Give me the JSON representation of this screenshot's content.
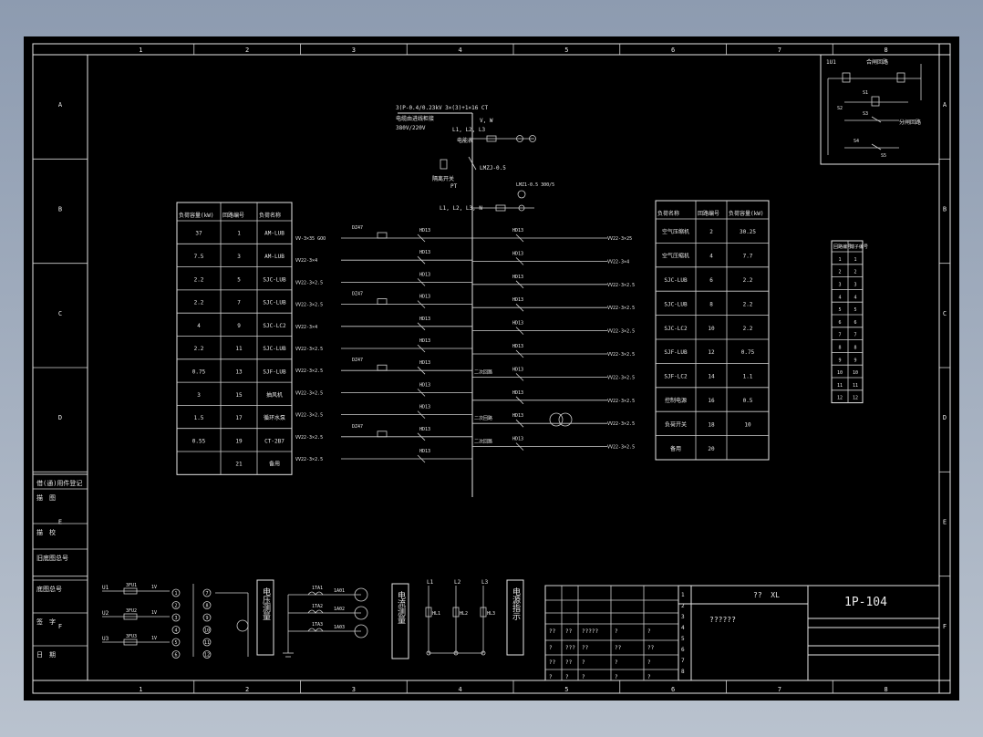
{
  "zones": {
    "cols": [
      "1",
      "2",
      "3",
      "4",
      "5",
      "6",
      "7",
      "8"
    ],
    "rows": [
      "A",
      "B",
      "C",
      "D",
      "E",
      "F"
    ]
  },
  "title_block": {
    "drawing_no": "1P-104",
    "xl_label": "??  XL",
    "mid_text": "??????",
    "cells": [
      "??",
      "??",
      "?????",
      "?",
      "?",
      "?",
      "???",
      "??",
      "??",
      "??",
      "??",
      "??",
      "?",
      "?",
      "?",
      "?",
      "?",
      "?",
      "?",
      "?"
    ],
    "numbers": [
      "1",
      "2",
      "3",
      "4",
      "5",
      "6",
      "7",
      "8"
    ]
  },
  "left_strip": {
    "items": [
      "借(通)用件登记",
      "描　图",
      "描　校",
      "旧底图总号",
      "底图总号",
      "签　字",
      "日　期"
    ]
  },
  "left_table": {
    "headers": [
      "负荷容量(kW)",
      "回路编号",
      "负荷名称"
    ],
    "rows": [
      [
        "37",
        "1",
        "AM-LUB"
      ],
      [
        "7.5",
        "3",
        "AM-LUB"
      ],
      [
        "2.2",
        "5",
        "SJC-LUB"
      ],
      [
        "2.2",
        "7",
        "SJC-LUB"
      ],
      [
        "4",
        "9",
        "SJC-LC2"
      ],
      [
        "2.2",
        "11",
        "SJC-LUB"
      ],
      [
        "0.75",
        "13",
        "SJF-LUB"
      ],
      [
        "3",
        "15",
        "抽风机"
      ],
      [
        "1.5",
        "17",
        "循环水泵"
      ],
      [
        "0.55",
        "19",
        "CT-2B7"
      ],
      [
        "",
        "21",
        "备用"
      ]
    ]
  },
  "right_table": {
    "headers": [
      "负荷名称",
      "回路编号",
      "负荷容量(kW)"
    ],
    "rows": [
      [
        "空气压缩机",
        "2",
        "30.25"
      ],
      [
        "空气压缩机",
        "4",
        "7.7"
      ],
      [
        "SJC-LUB",
        "6",
        "2.2"
      ],
      [
        "SJC-LUB",
        "8",
        "2.2"
      ],
      [
        "SJC-LC2",
        "10",
        "2.2"
      ],
      [
        "SJF-LUB",
        "12",
        "0.75"
      ],
      [
        "SJF-LC2",
        "14",
        "1.1"
      ],
      [
        "控制电源",
        "16",
        "0.5"
      ],
      [
        "负荷开关",
        "18",
        "10"
      ],
      [
        "备用",
        "20",
        ""
      ]
    ]
  },
  "terminal_table": {
    "headers": [
      "回路编号",
      "端子编号"
    ],
    "rows": [
      [
        "1",
        "1"
      ],
      [
        "2",
        "2"
      ],
      [
        "3",
        "3"
      ],
      [
        "4",
        "4"
      ],
      [
        "5",
        "5"
      ],
      [
        "6",
        "6"
      ],
      [
        "7",
        "7"
      ],
      [
        "8",
        "8"
      ],
      [
        "9",
        "9"
      ],
      [
        "10",
        "10"
      ],
      [
        "11",
        "11"
      ],
      [
        "12",
        "12"
      ]
    ]
  },
  "bus": {
    "top1": "3(P-0.4/0.23kV 3×(3)+1×16 CT",
    "top2": "电缆由进线柜接",
    "top3": "380V/220V",
    "lbl_l": "L1, L2, L3",
    "lbl_v": "V, W",
    "lbl_isol": "隔离开关",
    "lbl_meter": "电能表",
    "lbl_pt": "PT",
    "lbl_ct": "LMZJ-0.5",
    "lbl_cur": "L1, L2, L3, N",
    "branch_sw": "HD13",
    "breaker": "DZ47",
    "ct_lbl": "LMZ1-0.5 300/5",
    "contact": "二次回路",
    "left_feeders": [
      "VV-3×35 GOO",
      "VV22-3×4",
      "VV22-3×2.5",
      "VV22-3×2.5",
      "VV22-3×4",
      "VV22-3×2.5",
      "VV22-3×2.5",
      "VV22-3×2.5",
      "VV22-3×2.5",
      "VV22-3×2.5",
      "VV22-3×2.5"
    ],
    "right_feeders": [
      "VV22-3×25",
      "VV22-3×4",
      "VV22-3×2.5",
      "VV22-3×2.5",
      "VV22-3×2.5",
      "VV22-3×2.5",
      "VV22-3×2.5",
      "VV22-3×2.5",
      "VV22-3×2.5",
      "VV22-3×2.5"
    ]
  },
  "bottom": {
    "voltage_label": "电压测量",
    "current_label": "电流测量",
    "signal_label": "电源指示",
    "v_phase": [
      "U1",
      "U2",
      "U3"
    ],
    "v_fuse": [
      "3FU1",
      "3FU2",
      "3FU3"
    ],
    "v_out": [
      "1V",
      "1V",
      "1V"
    ],
    "v_term": [
      "1",
      "2",
      "3",
      "4",
      "5",
      "6"
    ],
    "v_term2": [
      "7",
      "8",
      "9",
      "10",
      "11",
      "12"
    ],
    "c_ct": [
      "1TA1",
      "1TA2",
      "1TA3"
    ],
    "c_out": [
      "1A01",
      "1A02",
      "1A03"
    ],
    "s_phase": [
      "L1",
      "L2",
      "L3"
    ],
    "s_lamp": [
      "HL1",
      "HL2",
      "HL3"
    ]
  },
  "topright": {
    "lbl1": "1U1",
    "lbl2": "合闸回路",
    "lbl3": "分闸回路",
    "contacts": [
      "S1",
      "S2",
      "S3",
      "S4",
      "S5"
    ]
  }
}
